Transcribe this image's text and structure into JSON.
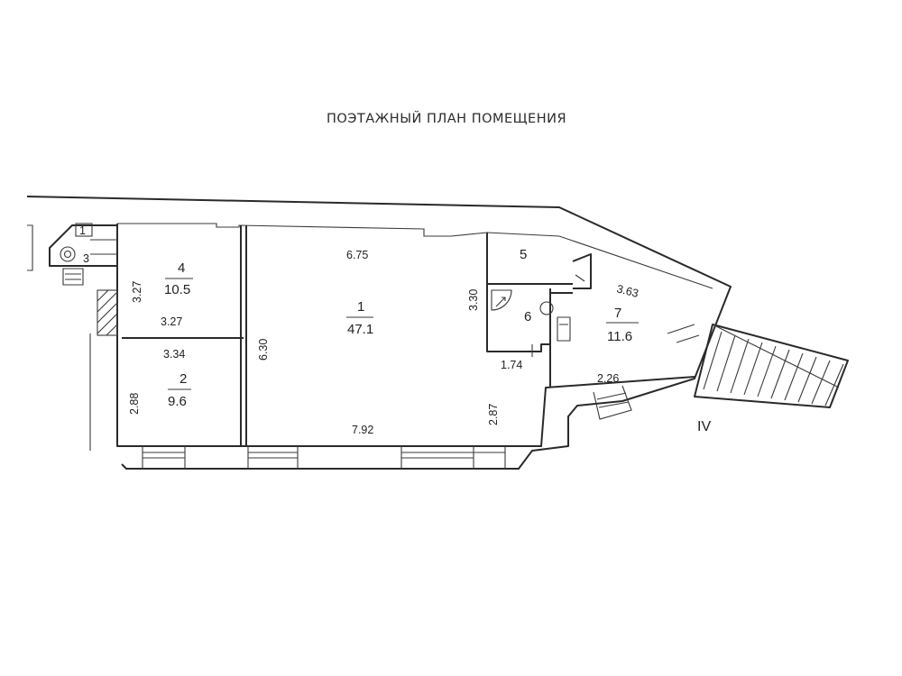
{
  "title": "ПОЭТАЖНЫЙ ПЛАН ПОМЕЩЕНИЯ",
  "rooms": [
    {
      "number": "1",
      "area": "47.1"
    },
    {
      "number": "2",
      "area": "9.6"
    },
    {
      "number": "3"
    },
    {
      "number": "4",
      "area": "10.5"
    },
    {
      "number": "5"
    },
    {
      "number": "6"
    },
    {
      "number": "7",
      "area": "11.6"
    }
  ],
  "dimensions": {
    "r1_top": "6.75",
    "r1_left": "6.30",
    "r1_bottom": "7.92",
    "r1_right": "2.87",
    "r4_side": "3.27",
    "r4_bottom": "3.27",
    "r2_top": "3.34",
    "r2_side": "2.88",
    "r5_side": "3.30",
    "r6_bottom": "1.74",
    "r7_top": "3.63",
    "r7_bottom": "2.26"
  },
  "section_mark": "IV",
  "marker_1": "1"
}
